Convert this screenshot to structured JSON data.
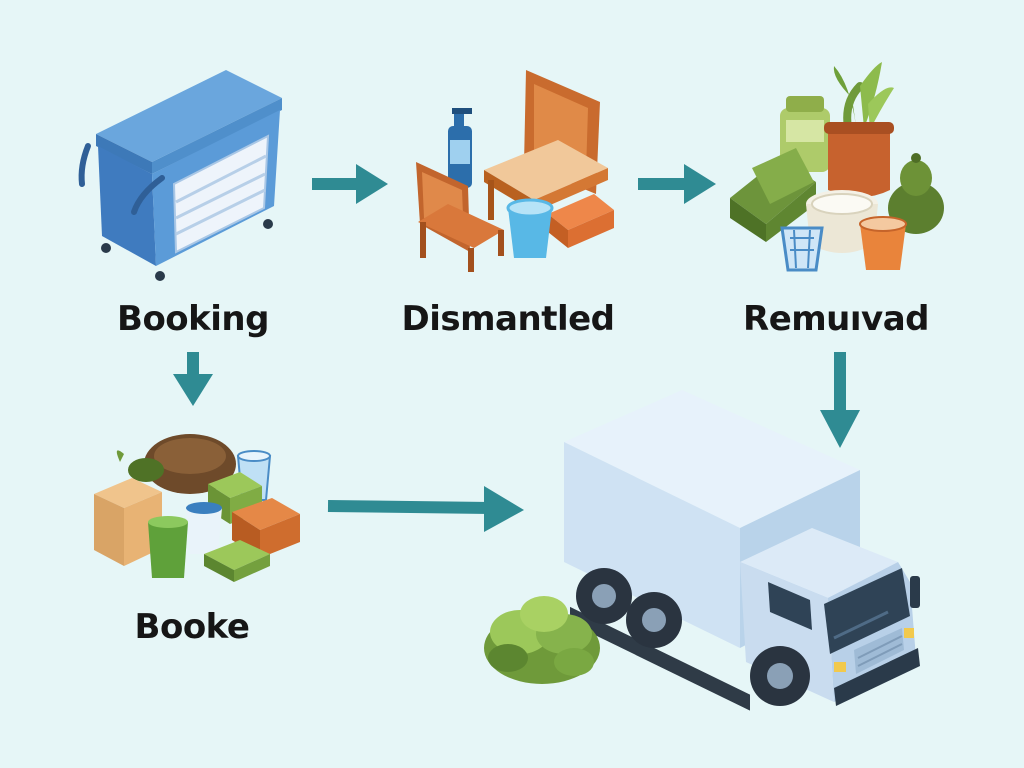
{
  "diagram": {
    "steps": [
      {
        "id": "booking",
        "label": "Booking",
        "icon": "dumpster-bin-icon"
      },
      {
        "id": "dismantled",
        "label": "Dismantled",
        "icon": "furniture-chairs-icon"
      },
      {
        "id": "removed",
        "label": "Remuıvad",
        "icon": "household-items-pile-icon"
      },
      {
        "id": "booke",
        "label": "Booke",
        "icon": "boxes-and-bins-pile-icon"
      },
      {
        "id": "truck",
        "label": "",
        "icon": "delivery-truck-icon"
      }
    ],
    "flow": [
      [
        "booking",
        "dismantled"
      ],
      [
        "dismantled",
        "removed"
      ],
      [
        "removed",
        "truck"
      ],
      [
        "booking",
        "booke"
      ],
      [
        "booke",
        "truck"
      ]
    ]
  },
  "colors": {
    "background": "#e6f6f7",
    "arrow": "#2f8b93",
    "label": "#161616"
  }
}
